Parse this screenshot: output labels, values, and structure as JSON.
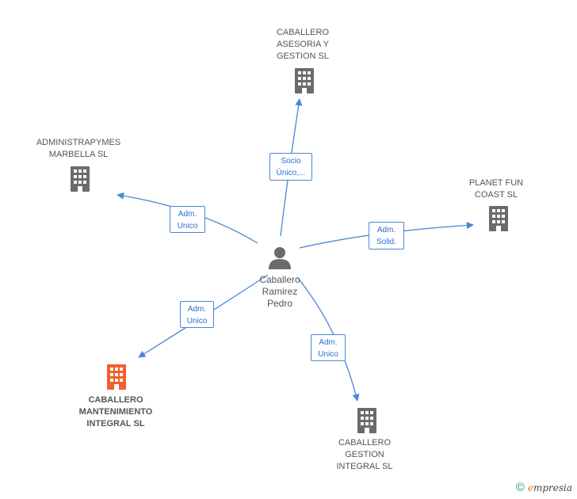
{
  "colors": {
    "edge": "#4a86d8",
    "building": "#6b6b6b",
    "focus_building": "#f0602c",
    "person": "#6b6b6b"
  },
  "center": {
    "name": "Caballero\nRamirez\nPedro",
    "icon": "person-icon"
  },
  "nodes": [
    {
      "id": "asesoria",
      "label": "CABALLERO\nASESORIA Y\nGESTION SL",
      "icon": "building-icon",
      "focus": false
    },
    {
      "id": "administrapymes",
      "label": "ADMINISTRAPYMES\nMARBELLA  SL",
      "icon": "building-icon",
      "focus": false
    },
    {
      "id": "planet",
      "label": "PLANET FUN\nCOAST SL",
      "icon": "building-icon",
      "focus": false
    },
    {
      "id": "mantenimiento",
      "label": "CABALLERO\nMANTENIMIENTO\nINTEGRAL SL",
      "icon": "building-icon",
      "focus": true
    },
    {
      "id": "gestion",
      "label": "CABALLERO\nGESTION\nINTEGRAL SL",
      "icon": "building-icon",
      "focus": false
    }
  ],
  "edges": [
    {
      "to": "asesoria",
      "label": "Socio\nÚnico,..."
    },
    {
      "to": "administrapymes",
      "label": "Adm.\nUnico"
    },
    {
      "to": "planet",
      "label": "Adm.\nSolid."
    },
    {
      "to": "mantenimiento",
      "label": "Adm.\nUnico"
    },
    {
      "to": "gestion",
      "label": "Adm.\nUnico"
    }
  ],
  "brand": {
    "symbol": "©",
    "first_letter": "e",
    "rest": "mpresia"
  }
}
